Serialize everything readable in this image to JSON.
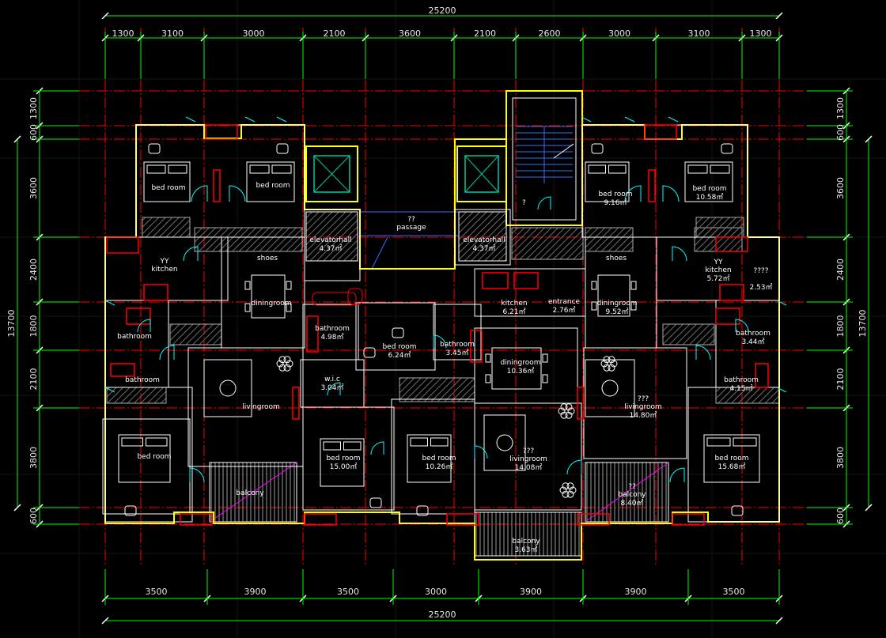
{
  "palette": {
    "background": "#000000",
    "wall": "#ffff00",
    "wall_inner": "#ffffff",
    "axis": "#ff0000",
    "dimension": "#00ff00",
    "furniture": "#ffffff",
    "fixture": "#ff0000",
    "door": "#00ffff",
    "hatch": "#6e6e6e",
    "accent": "#ff00ff",
    "stair": "#3a6cff",
    "equipment": "#00c8a0"
  },
  "dimensions": {
    "top_total": "25200",
    "bottom_total": "25200",
    "top_segments": [
      "1300",
      "3100",
      "3000",
      "2100",
      "3600",
      "2100",
      "2600",
      "3000",
      "3100",
      "1300"
    ],
    "bottom_segments": [
      "3500",
      "3900",
      "3500",
      "3000",
      "3900",
      "3900",
      "3500"
    ],
    "left_total": "13700",
    "right_total": "13700",
    "left_segments": [
      "1300",
      "600",
      "3600",
      "2400",
      "1800",
      "2100",
      "3800",
      "600"
    ],
    "right_segments": [
      "1300",
      "600",
      "3600",
      "2400",
      "1800",
      "2100",
      "3800",
      "600"
    ]
  },
  "rooms": [
    {
      "name": "bed room",
      "area": ""
    },
    {
      "name": "bed room",
      "area": ""
    },
    {
      "name": "elevatorhall",
      "area": "4.37㎡"
    },
    {
      "name": "passage",
      "area": "",
      "note": "??"
    },
    {
      "name": "elevatorhall",
      "area": "4.37㎡"
    },
    {
      "name": "bed room",
      "area": "9.16㎡"
    },
    {
      "name": "bed room",
      "area": "10.58㎡"
    },
    {
      "name": "kitchen",
      "area": "",
      "note": "YY"
    },
    {
      "name": "shoes",
      "area": ""
    },
    {
      "name": "shoes",
      "area": ""
    },
    {
      "name": "kitchen",
      "area": "5.72㎡",
      "note": "YY"
    },
    {
      "name": "",
      "area": "2.53㎡",
      "note": "????"
    },
    {
      "name": "diningroom",
      "area": ""
    },
    {
      "name": "kitchen",
      "area": "6.21㎡"
    },
    {
      "name": "entrance",
      "area": "2.76㎡"
    },
    {
      "name": "diningroom",
      "area": "9.52㎡"
    },
    {
      "name": "bathroom",
      "area": ""
    },
    {
      "name": "bathroom",
      "area": "4.98㎡"
    },
    {
      "name": "bed room",
      "area": "6.24㎡"
    },
    {
      "name": "bathroom",
      "area": "3.45㎡"
    },
    {
      "name": "bathroom",
      "area": "3.44㎡"
    },
    {
      "name": "bathroom",
      "area": ""
    },
    {
      "name": "w.i.c",
      "area": "3.04㎡"
    },
    {
      "name": "diningroom",
      "area": "10.36㎡"
    },
    {
      "name": "bathroom",
      "area": "4.15㎡"
    },
    {
      "name": "livingroom",
      "area": ""
    },
    {
      "name": "livingroom",
      "area": "14.80㎡",
      "note": "???"
    },
    {
      "name": "bed room",
      "area": ""
    },
    {
      "name": "bed room",
      "area": "15.00㎡"
    },
    {
      "name": "bed room",
      "area": "10.26㎡"
    },
    {
      "name": "livingroom",
      "area": "14.08㎡",
      "note": "???"
    },
    {
      "name": "bed room",
      "area": "15.68㎡"
    },
    {
      "name": "balcony",
      "area": ""
    },
    {
      "name": "balcony",
      "area": "8.40㎡",
      "note": "??"
    },
    {
      "name": "balcony",
      "area": "3.63㎡"
    }
  ],
  "misc_labels": {
    "stair_mark": "?"
  }
}
